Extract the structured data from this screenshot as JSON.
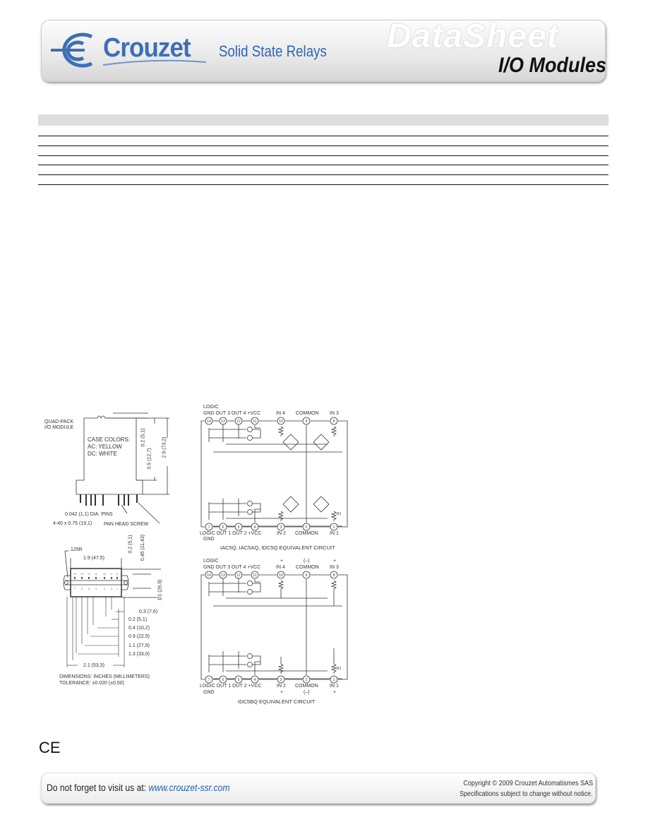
{
  "header": {
    "brand": "Crouzet",
    "subtitle": "Solid State Relays",
    "watermark": "DataSheet",
    "product": "I/O Modules",
    "brand_color": "#3d6fb6"
  },
  "mechanical": {
    "module_label_1": "QUAD-PACK",
    "module_label_2": "I/O MODULE",
    "case_1": "CASE COLORS:",
    "case_2": "AC: YELLOW",
    "case_3": "DC: WHITE",
    "dim_top": "0.2 (5,1)",
    "dim_mid": "0.5 (12,7)",
    "dim_height": "2.9 (73,2)",
    "pins": "0.042 (1,1) DIA. PINS",
    "screw_size": "4-40 x 0.75 (19,1)",
    "screw": "PAN HEAD SCREW",
    "radius": ".125R",
    "width_19": "1.9 (47,5)",
    "v_02": "0.2 (5,1)",
    "v_045": "0.45 (11,43)",
    "v_11": "1.1 (26,9)",
    "d1": "0.3 (7,6)",
    "d2": "0.2 (5,1)",
    "d3": "0.4 (10,2)",
    "d4": "0.9 (22,9)",
    "d5": "1.1 (27,9)",
    "d6": "1.3 (33,0)",
    "d7": "2.1 (53,3)",
    "units": "DIMENSIONS: INCHES (MILLIMETERS)",
    "tolerance": "TOLERANCE: ±0.020 (±0,50)",
    "pin_top": [
      "14",
      "13",
      "12",
      "11",
      "10",
      "9",
      "8"
    ],
    "pin_bottom": [
      "7",
      "6",
      "5",
      "4",
      "3",
      "2",
      "1"
    ]
  },
  "circuit1": {
    "logic": "LOGIC",
    "top_row": "GND OUT 3 OUT 4 +VCC",
    "in4": "IN 4",
    "common_top": "COMMON",
    "in3": "IN 3",
    "bottom_row": "LOGIC OUT 1 OUT 2 +VCC",
    "gnd": "GND",
    "in2": "IN 2",
    "common_bottom": "COMMON",
    "in1": "IN 1",
    "r1": "R1",
    "caption": "IAC5Q, IAC5AQ, IDC5Q EQUIVALENT CIRCUIT",
    "pins_top": [
      "14",
      "13",
      "12",
      "11",
      "10",
      "9",
      "8"
    ],
    "pins_bottom": [
      "7",
      "6",
      "5",
      "4",
      "3",
      "2",
      "1"
    ]
  },
  "circuit2": {
    "logic": "LOGIC",
    "top_row": "GND OUT 3 OUT 4 +VCC",
    "plus": "+",
    "minus": "(–)",
    "in4": "IN 4",
    "common_top": "COMMON",
    "in3": "IN 3",
    "bottom_row": "LOGIC OUT 1 OUT 2 +VCC",
    "gnd": "GND",
    "in2": "IN 2",
    "common_bottom": "COMMON",
    "in1": "IN 1",
    "r1": "R1",
    "caption": "IDC5BQ EQUIVALENT CIRCUIT",
    "pins_top": [
      "14",
      "13",
      "12",
      "11",
      "10",
      "9",
      "8"
    ],
    "pins_bottom": [
      "7",
      "6",
      "5",
      "4",
      "3",
      "2",
      "1"
    ]
  },
  "ce_mark": "CE",
  "footer": {
    "visit": "Do not forget to visit us at: ",
    "url": "www.crouzet-ssr.com",
    "copyright": "Copyright © 2009 Crouzet Automatismes SAS",
    "notice": "Specifications subject to change without notice."
  }
}
